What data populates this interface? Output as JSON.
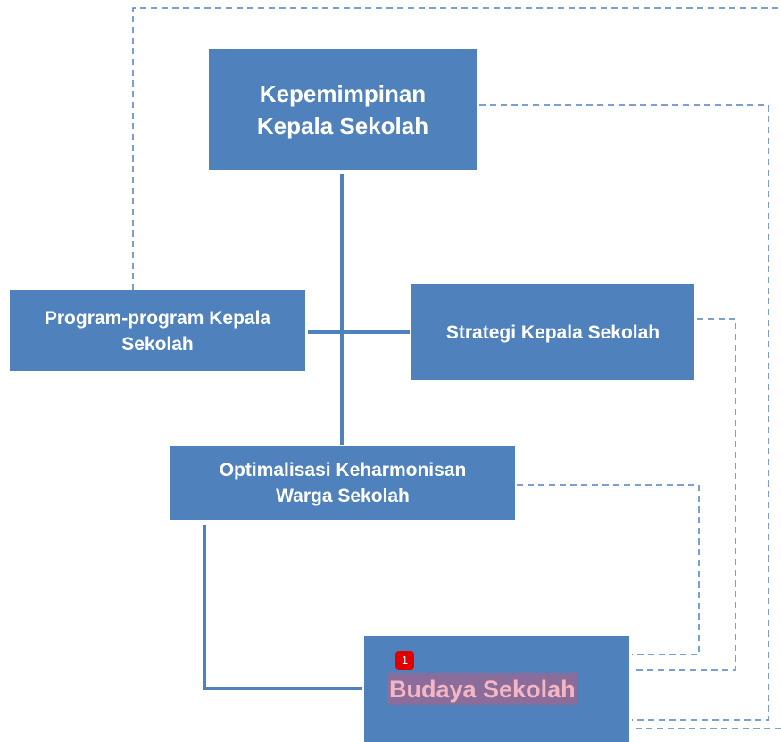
{
  "diagram": {
    "nodes": {
      "leadership": {
        "lines": [
          "Kepemimpinan",
          "Kepala Sekolah"
        ]
      },
      "programs": {
        "lines": [
          "Program-program Kepala",
          "Sekolah"
        ]
      },
      "strategy": {
        "lines": [
          "Strategi Kepala Sekolah"
        ]
      },
      "harmony": {
        "lines": [
          "Optimalisasi Keharmonisan",
          "Warga Sekolah"
        ]
      },
      "culture": {
        "label": "Budaya Sekolah"
      }
    },
    "comment_marker": "1",
    "colors": {
      "box_fill": "#4f81bd",
      "connector": "#4f81bd",
      "text": "#ffffff",
      "highlight_text": "#f4b6c2",
      "highlight_bg": "#8a6d9b",
      "marker": "#e00000"
    },
    "edges": [
      {
        "from": "leadership",
        "to": "harmony",
        "style": "solid"
      },
      {
        "from": "programs",
        "to": "strategy",
        "style": "solid"
      },
      {
        "from": "harmony",
        "to": "culture",
        "style": "solid"
      },
      {
        "from": "programs",
        "to": "culture",
        "style": "dashed"
      },
      {
        "from": "leadership",
        "to": "culture",
        "style": "dashed"
      },
      {
        "from": "strategy",
        "to": "culture",
        "style": "dashed"
      },
      {
        "from": "harmony",
        "to": "culture",
        "style": "dashed"
      }
    ]
  }
}
